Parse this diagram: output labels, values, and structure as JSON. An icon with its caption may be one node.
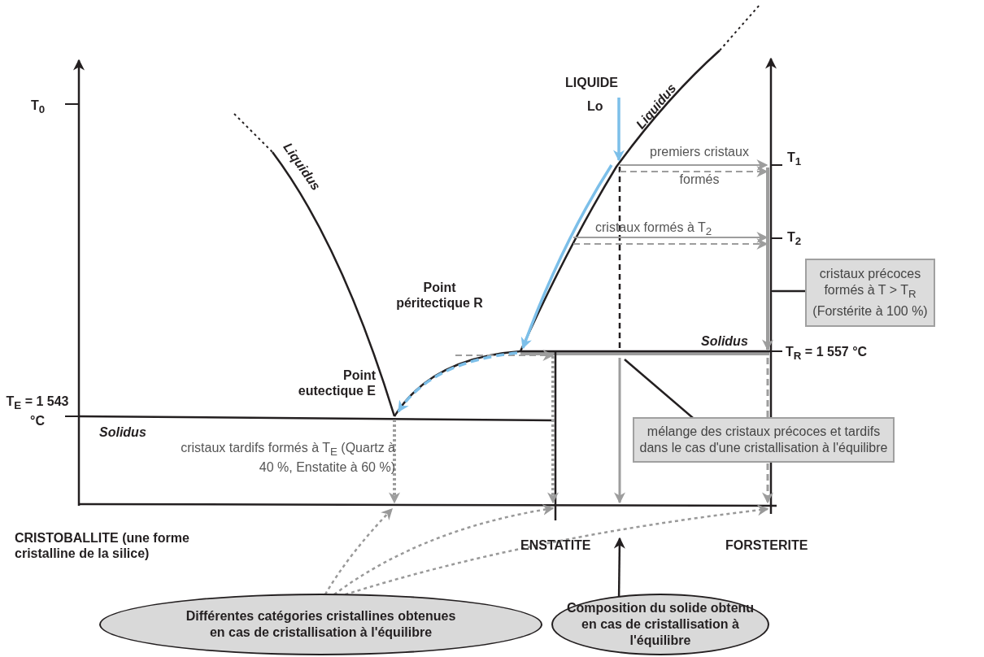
{
  "diagram": {
    "nodes": [
      {
        "text": [
          "Différentes catégories cristallines obtenues en cas de cristallisation à l'équilibre"
        ]
      },
      {
        "text": [
          "Composition du solide obtenu en cas de cristallisation à l'équilibre"
        ]
      },
      {
        "text": [
          "cristaux précoces formés à T > T$_{R}$ (Forstérite à 100 %)"
        ]
      },
      {
        "text": [
          "mélange des cristaux précoces et tardifs dans le cas d'une cristallisation à l'équilibre"
        ]
      }
    ],
    "edges": [
      {
        "from": 0,
        "to": null,
        "arrow": "to",
        "style": "dashed",
        "color": "#999999"
      },
      {
        "from": 0,
        "to": null,
        "arrow": "to",
        "style": "dashed",
        "color": "#999999"
      },
      {
        "from": 0,
        "to": null,
        "arrow": "to",
        "style": "dashed",
        "color": "#999999"
      },
      {
        "from": 1,
        "to": null,
        "arrow": "to",
        "color": "#231f20"
      },
      {
        "from": 2,
        "to": null,
        "arrow": "none",
        "color": "#231f20"
      },
      {
        "from": 3,
        "to": null,
        "arrow": "none",
        "color": "#231f20"
      }
    ],
    "labels": [
      "T$_{0}$",
      "LIQUIDE",
      "Lo",
      "Liquidus",
      "Liquidus",
      "premiers cristaux formés",
      "T$_{1}$",
      "cristaux formés à T$_{2}$",
      "T$_{2}$",
      "Point péritectique R",
      "Solidus",
      "T$_{R}$ = 1 557 °C",
      "Point eutectique E",
      "T$_{E}$ = 1 543 °C",
      "Solidus",
      "cristaux tardifs formés à T$_{E}$ (Quartz à 40 %, Enstatite à 60 %)",
      "CRISTOBALLITE (une forme cristalline de la silice)",
      "ENSTATITE",
      "FORSTERITE"
    ]
  }
}
